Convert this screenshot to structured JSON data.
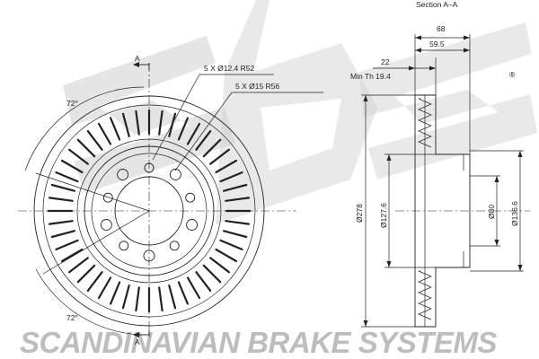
{
  "watermark": {
    "logo_text": "sbs",
    "registered_mark": "®",
    "company_name": "SCANDINAVIAN BRAKE SYSTEMS"
  },
  "front_view": {
    "section_marker": "A",
    "bolt_holes_label": "5 X Ø12.4 R52",
    "pilot_holes_label": "5 X Ø15 R56",
    "angle_top": "72°",
    "angle_bottom": "72°"
  },
  "section_view": {
    "title": "Section A–A",
    "overall_height": "68",
    "hat_height": "59.5",
    "thickness": "22",
    "min_thickness": "Min Th  19.4",
    "outer_diameter": "Ø278",
    "inner_diameter": "Ø127.6",
    "center_bore": "Ø80",
    "hat_diameter": "Ø136.6"
  }
}
